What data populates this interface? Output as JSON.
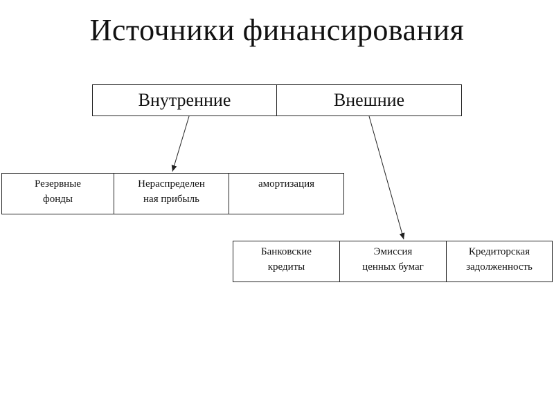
{
  "title": "Источники финансирования",
  "categories": [
    {
      "label": "Внутренние"
    },
    {
      "label": "Внешние"
    }
  ],
  "internal_sources": [
    {
      "line1": "Резервные",
      "line2": "фонды"
    },
    {
      "line1": "Нераспределен",
      "line2": "ная прибыль"
    },
    {
      "line1": "амортизация",
      "line2": ""
    }
  ],
  "external_sources": [
    {
      "line1": "Банковские",
      "line2": "кредиты"
    },
    {
      "line1": "Эмиссия",
      "line2": "ценных бумаг"
    },
    {
      "line1": "Кредиторская",
      "line2": "задолженность"
    }
  ],
  "colors": {
    "line": "#222222",
    "text": "#111111",
    "background": "#ffffff"
  }
}
